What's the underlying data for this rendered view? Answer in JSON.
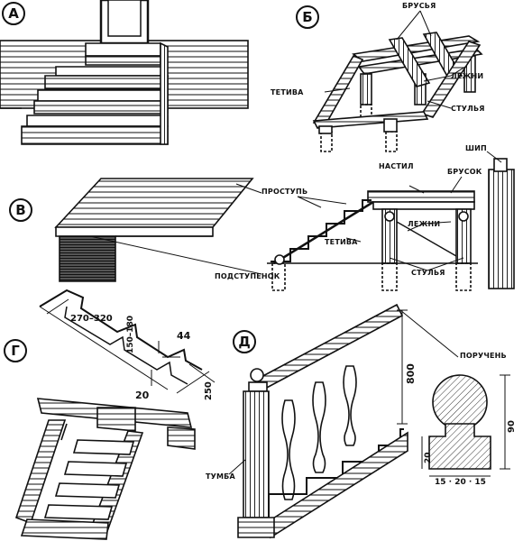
{
  "panels": {
    "a": {
      "letter": "А"
    },
    "b": {
      "letter": "Б",
      "labels": {
        "bars": "БРУСЬЯ",
        "lags": "ЛЕЖНИ",
        "stringer": "ТЕТИВА",
        "posts": "СТУЛЬЯ"
      }
    },
    "v": {
      "letter": "В",
      "labels": {
        "tread": "ПРОСТУПЬ",
        "riser": "ПОДСТУПЕНОК",
        "deck": "НАСТИЛ",
        "bar": "БРУСОК",
        "stringer": "ТЕТИВА",
        "lags": "ЛЕЖНИ",
        "posts": "СТУЛЬЯ",
        "spike": "ШИП"
      }
    },
    "g": {
      "letter": "Г",
      "dims": {
        "going": "270–320",
        "rise": "150–180",
        "nosing": "44",
        "thickness": "20",
        "stringer_depth": "250"
      }
    },
    "d": {
      "letter": "Д",
      "labels": {
        "handrail": "ПОРУЧЕНЬ",
        "newel": "ТУМБА"
      },
      "dims": {
        "height": "800",
        "rail_height": "90",
        "neck": "20",
        "base_widths": "15 · 20 · 15"
      }
    }
  },
  "colors": {
    "ink": "#111111",
    "paper": "#ffffff"
  }
}
